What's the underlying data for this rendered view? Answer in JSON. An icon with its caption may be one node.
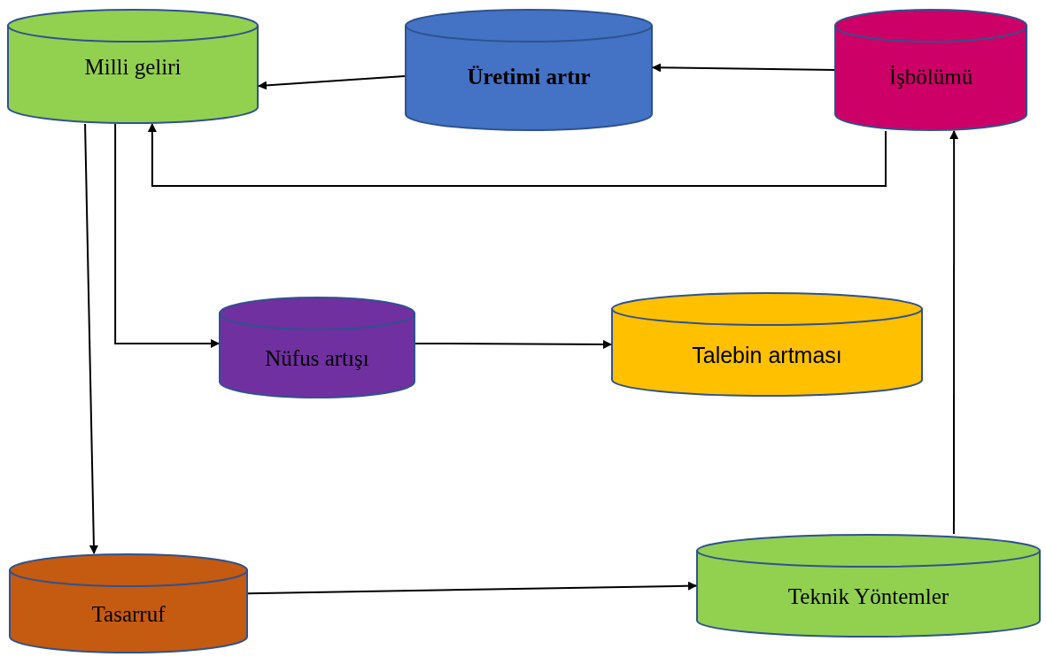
{
  "diagram": {
    "nodes": [
      {
        "text": [
          "Milli geliri"
        ]
      },
      {
        "text": [
          "Üretimi artır"
        ]
      },
      {
        "text": [
          "İşbölümü"
        ]
      },
      {
        "text": [
          "Nüfus artışı"
        ]
      },
      {
        "text": [
          "Talebin artması"
        ]
      },
      {
        "text": [
          "Tasarruf"
        ]
      },
      {
        "text": [
          "Teknik Yöntemler"
        ]
      }
    ],
    "edges": [
      {
        "from": 1,
        "to": 0,
        "arrow": "to"
      },
      {
        "from": 2,
        "to": 1,
        "arrow": "to"
      },
      {
        "from": 2,
        "to": 0,
        "arrow": "to"
      },
      {
        "from": 0,
        "to": 3,
        "arrow": "to"
      },
      {
        "from": 3,
        "to": 4,
        "arrow": "to"
      },
      {
        "from": 0,
        "to": 5,
        "arrow": "to"
      },
      {
        "from": 5,
        "to": 6,
        "arrow": "to"
      },
      {
        "from": 6,
        "to": 2,
        "arrow": "to"
      }
    ]
  }
}
